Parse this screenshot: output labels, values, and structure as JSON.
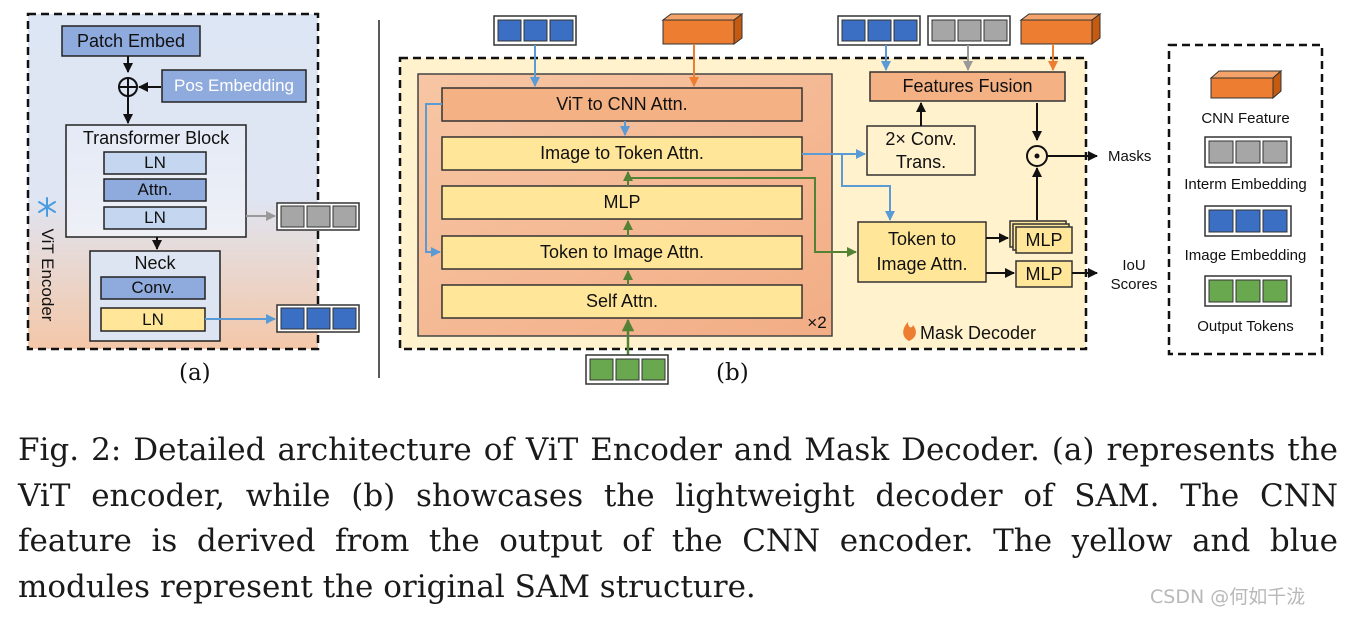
{
  "panel_a": {
    "patch_embed": "Patch Embed",
    "pos_embedding": "Pos Embedding",
    "transformer_block": "Transformer Block",
    "ln_top": "LN",
    "attn": "Attn.",
    "ln_bottom": "LN",
    "neck": "Neck",
    "conv": "Conv.",
    "neck_ln": "LN",
    "encoder_label": "ViT Encoder",
    "frozen_icon": "snowflake-icon",
    "sublabel": "(a)"
  },
  "panel_b": {
    "vit_to_cnn": "ViT to CNN Attn.",
    "image_to_token": "Image to Token Attn.",
    "mlp": "MLP",
    "token_to_image": "Token to Image Attn.",
    "self_attn": "Self Attn.",
    "repeat": "×2",
    "features_fusion": "Features Fusion",
    "conv_trans_1": "2× Conv.",
    "conv_trans_2": "Trans.",
    "token_to_image_attn_1": "Token to",
    "token_to_image_attn_2": "Image Attn.",
    "mlp_stack": "MLP",
    "mlp_iou": "MLP",
    "dot_op": "⊙",
    "masks": "Masks",
    "iou_1": "IoU",
    "iou_2": "Scores",
    "decoder_label": "Mask Decoder",
    "fire_icon": "fire-icon",
    "sublabel": "(b)"
  },
  "legend": {
    "cnn_feature": "CNN Feature",
    "interm_embedding": "Interm Embedding",
    "image_embedding": "Image Embedding",
    "output_tokens": "Output Tokens"
  },
  "colors": {
    "image_embedding": "#3a6fc4",
    "interm_embedding": "#a6a6a6",
    "output_tokens": "#6aa84f",
    "cnn_feature": "#ed7d31",
    "yellow_module": "#ffe699",
    "blue_module": "#8faadc",
    "light_blue_module": "#c5d7f0",
    "orange_module": "#f4b183"
  },
  "caption": "Fig. 2: Detailed architecture of ViT Encoder and Mask Decoder. (a) represents the ViT encoder, while (b) showcases the lightweight decoder of SAM. The CNN feature is derived from the output of the CNN encoder. The yellow and blue modules represent the original SAM structure.",
  "watermark": "CSDN @何如千泷"
}
